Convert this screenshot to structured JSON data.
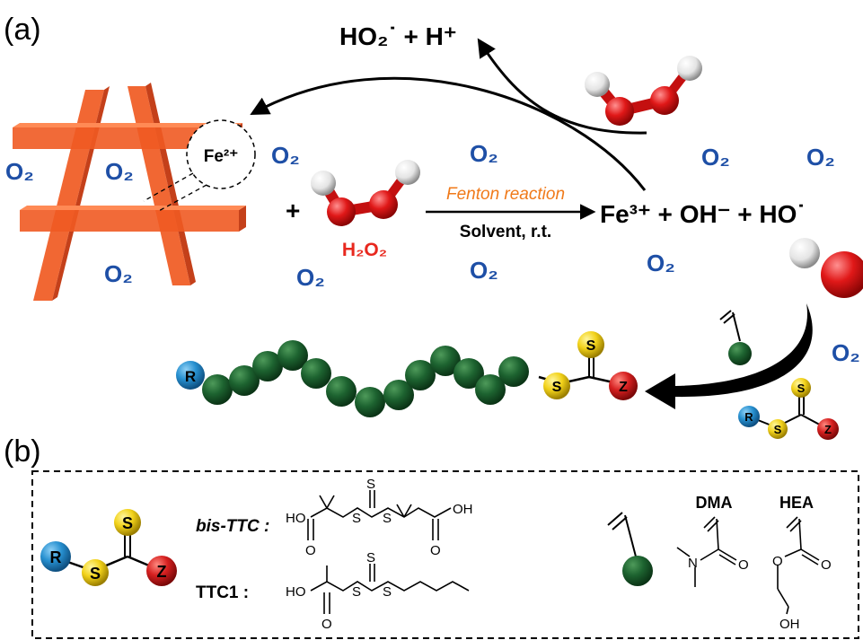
{
  "panel_a": {
    "label": "(a)",
    "ho2_label": "HO₂˙ + H⁺",
    "fe2_label": "Fe²⁺",
    "plus": "+",
    "h2o2_label": "H₂O₂",
    "fenton_label": "Fenton reaction",
    "conditions_label": "Solvent, r.t.",
    "products_label": "Fe³⁺ + OH⁻ + HO˙",
    "o2_label": "O₂"
  },
  "panel_b": {
    "label": "(b)",
    "bis_ttc_label": "bis-TTC :",
    "ttc1_label": "TTC1 :",
    "dma_label": "DMA",
    "hea_label": "HEA",
    "atom_labels": {
      "s": "S",
      "r": "R",
      "z": "Z",
      "o": "O",
      "n": "N",
      "oh": "OH",
      "ho": "HO"
    }
  },
  "colors": {
    "fe_framework": "#f05a22",
    "o2_text": "#1e4fa6",
    "h2o2_text": "#e8281e",
    "fenton_text": "#f07a1a",
    "monomer_bead": "#1a5e2a",
    "r_bead": "#1e88c8",
    "s_bead": "#f2d21a",
    "z_bead": "#d62020",
    "oxygen_atom": "#e01818",
    "hydrogen_atom": "#f0f0f0"
  }
}
